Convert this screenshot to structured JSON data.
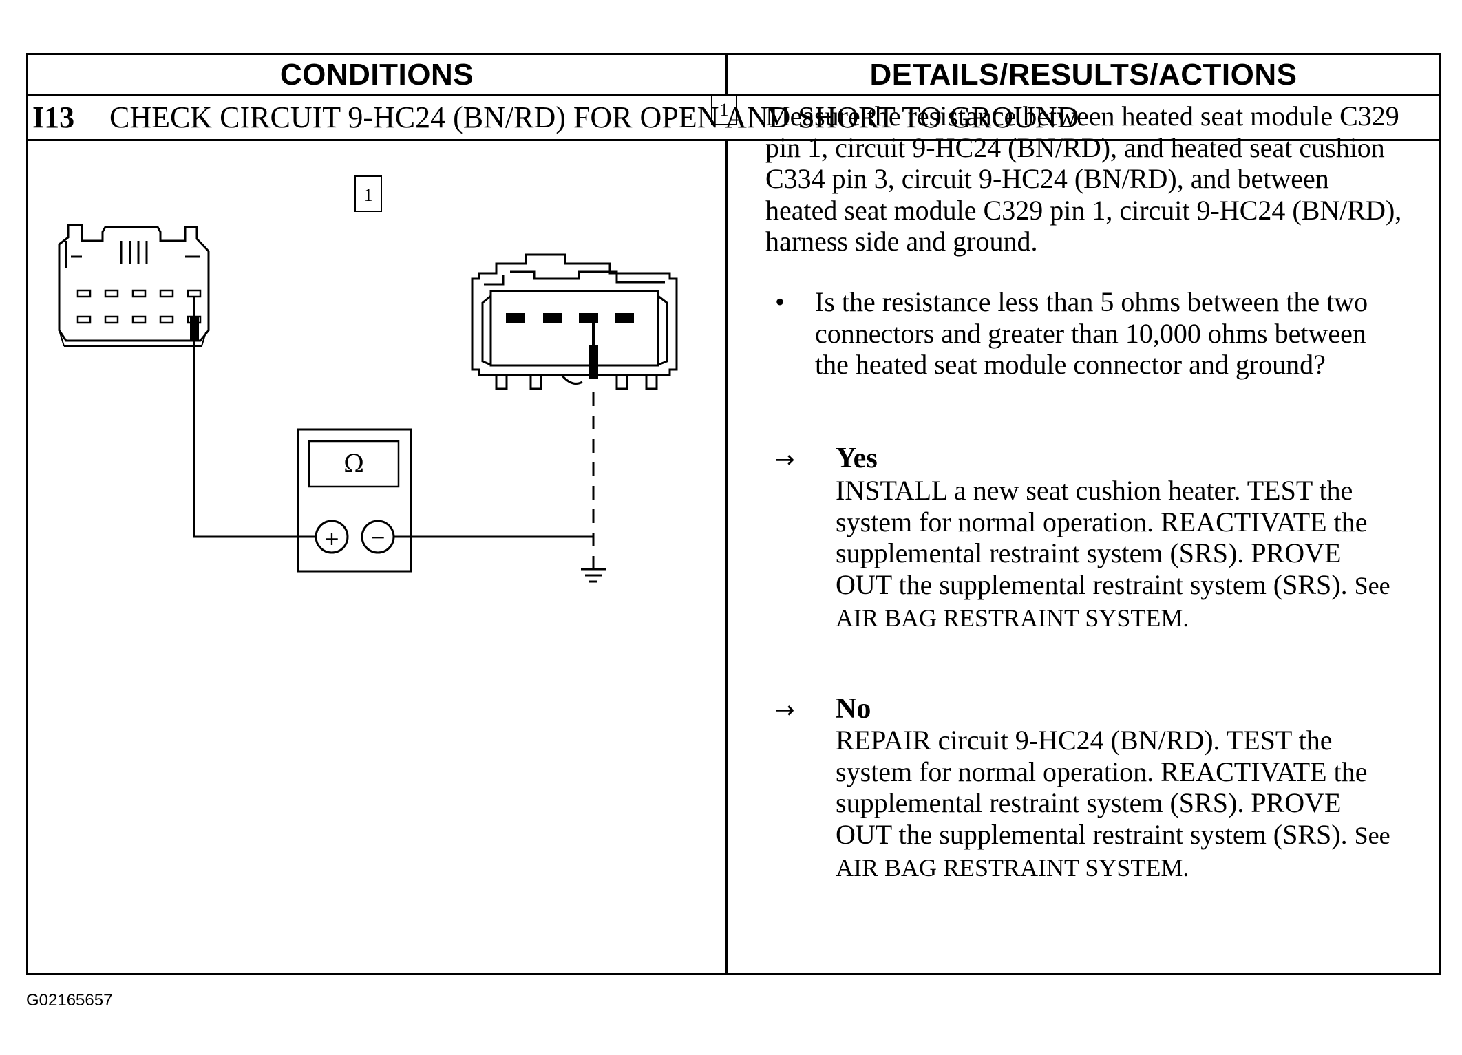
{
  "header": {
    "conditions_label": "CONDITIONS",
    "details_label": "DETAILS/RESULTS/ACTIONS"
  },
  "test": {
    "code": "I13",
    "title": "CHECK CIRCUIT 9-HC24 (BN/RD) FOR OPEN AND SHORT TO GROUND"
  },
  "diagram": {
    "step_label": "1",
    "meter_symbol": "Ω",
    "plus_label": "+",
    "minus_label": "−",
    "icons": [
      "connector-c329-icon",
      "connector-c334-icon",
      "ohmmeter-icon",
      "ground-icon"
    ]
  },
  "step": {
    "number": "1",
    "instruction": "Measure the resistance between heated seat module C329 pin 1, circuit 9-HC24 (BN/RD), and heated seat cushion C334 pin 3, circuit 9-HC24 (BN/RD), and between heated seat module C329 pin 1, circuit 9-HC24 (BN/RD), harness side and ground.",
    "bullet": "•",
    "question": "Is the resistance less than 5 ohms between the two connectors and greater than 10,000 ohms between the heated seat module connector and ground?"
  },
  "results": {
    "arrow": "→",
    "yes_label": "Yes",
    "yes_action": "INSTALL a new seat cushion heater. TEST the system for normal operation. REACTIVATE the supplemental restraint system (SRS). PROVE OUT the supplemental restraint system (SRS).",
    "yes_ref": "See AIR BAG RESTRAINT SYSTEM.",
    "no_label": "No",
    "no_action": "REPAIR circuit 9-HC24 (BN/RD). TEST the system for normal operation. REACTIVATE the supplemental restraint system (SRS). PROVE OUT the supplemental restraint system (SRS).",
    "no_ref": "See AIR BAG RESTRAINT SYSTEM."
  },
  "figure_id": "G02165657"
}
